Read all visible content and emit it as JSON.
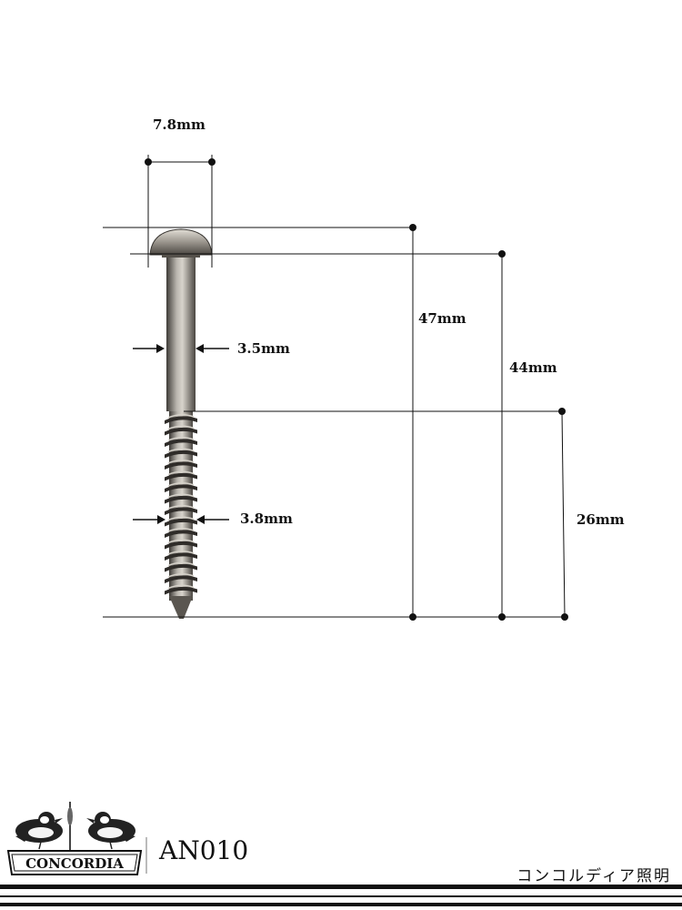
{
  "dimensions": {
    "head_diameter": "7.8mm",
    "shank_diameter": "3.5mm",
    "thread_diameter": "3.8mm",
    "total_length": "47mm",
    "body_length": "44mm",
    "thread_length": "26mm"
  },
  "footer": {
    "logo_text": "CONCORDIA",
    "product_code": "AN010",
    "brand_japanese": "コンコルディア照明"
  },
  "colors": {
    "line": "#111111",
    "screw_metal": "#8a8680",
    "background": "#ffffff"
  }
}
